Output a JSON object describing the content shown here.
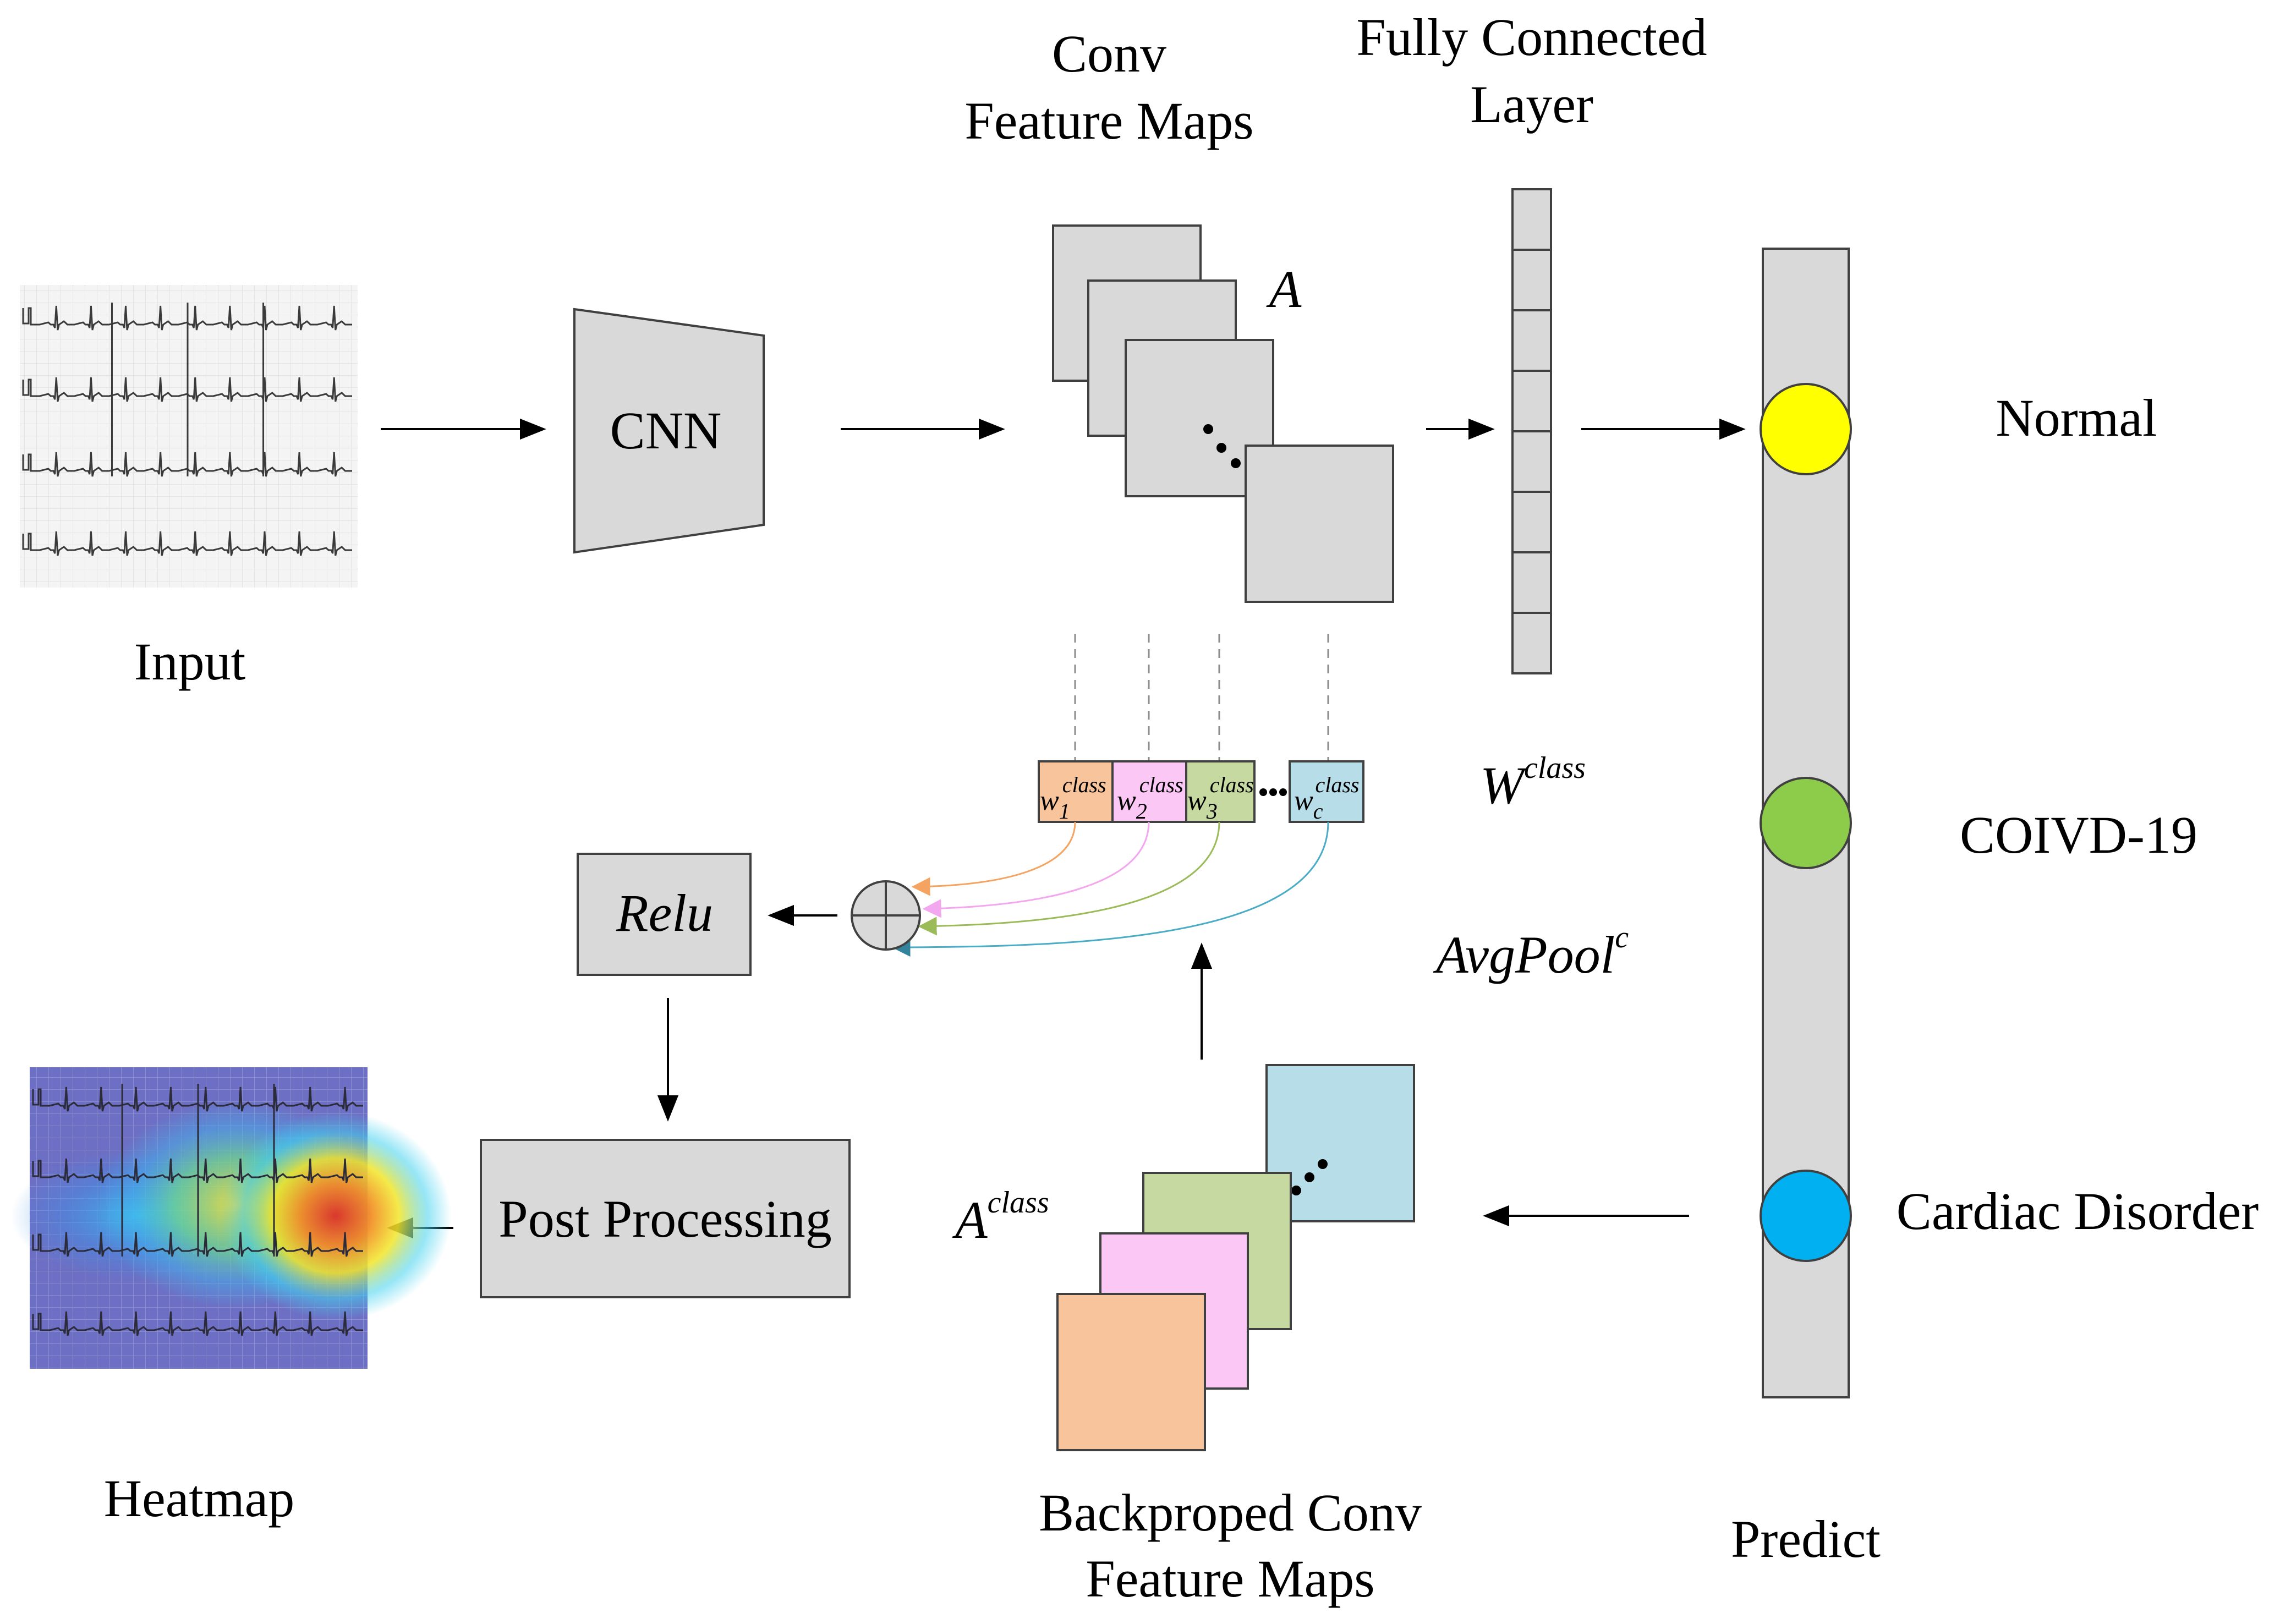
{
  "labels": {
    "input": "Input",
    "cnn": "CNN",
    "conv_feature_maps_line1": "Conv",
    "conv_feature_maps_line2": "Feature Maps",
    "fc_layer_line1": "Fully Connected",
    "fc_layer_line2": "Layer",
    "feature_map_symbol": "A",
    "weight_symbol": "W",
    "weight_superscript": "class",
    "avgpool_symbol": "AvgPool",
    "avgpool_superscript": "c",
    "relu": "Relu",
    "post_processing": "Post Processing",
    "heatmap": "Heatmap",
    "backprop_symbol": "A",
    "backprop_superscript": "class",
    "backprop_line1": "Backproped Conv",
    "backprop_line2": "Feature Maps",
    "predict": "Predict"
  },
  "weights": [
    {
      "base": "w",
      "index": "1",
      "superscript": "class",
      "color": "#f8c49c"
    },
    {
      "base": "w",
      "index": "2",
      "superscript": "class",
      "color": "#fbc8f6"
    },
    {
      "base": "w",
      "index": "3",
      "superscript": "class",
      "color": "#c5d9a1"
    },
    {
      "base": "w",
      "index": "c",
      "superscript": "class",
      "color": "#b6dde8"
    }
  ],
  "classes": [
    {
      "label": "Normal",
      "color": "#ffff00"
    },
    {
      "label": "COIVD-19",
      "color": "#8dcc4a"
    },
    {
      "label": "Cardiac Disorder",
      "color": "#00b0f0"
    }
  ],
  "backprop_map_colors": [
    "#f8c49c",
    "#fbc8f6",
    "#c5d9a1",
    "#b6dde8"
  ],
  "colors": {
    "block_fill": "#d9d9d9",
    "block_stroke": "#404040",
    "ecg_line": "#333333",
    "heatmap_bg": "#6d6fc4"
  }
}
